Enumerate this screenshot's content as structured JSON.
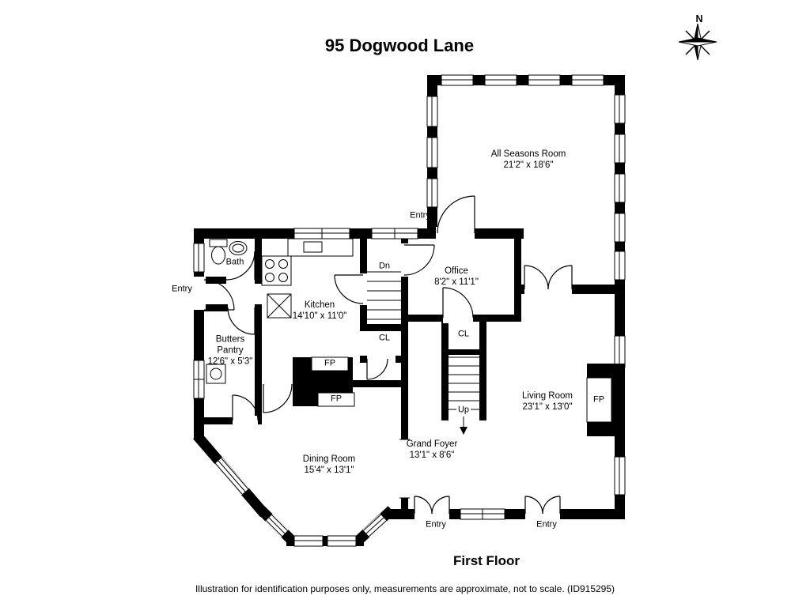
{
  "header": {
    "title": "95 Dogwood Lane"
  },
  "compass": {
    "label": "N"
  },
  "rooms": {
    "all_seasons": {
      "name": "All Seasons Room",
      "dims": "21'2\" x 18'6\""
    },
    "bath": {
      "name": "Bath"
    },
    "kitchen": {
      "name": "Kitchen",
      "dims": "14'10\" x 11'0\""
    },
    "office": {
      "name": "Office",
      "dims": "8'2\" x 11'1\""
    },
    "butlers_pantry": {
      "line1": "Butters",
      "line2": "Pantry",
      "dims": "12'6\" x 5'3\""
    },
    "living": {
      "name": "Living Room",
      "dims": "23'1\" x 13'0\""
    },
    "foyer": {
      "name": "Grand Foyer",
      "dims": "13'1\" x 8'6\""
    },
    "dining": {
      "name": "Dining Room",
      "dims": "15'4\" x 13'1\""
    }
  },
  "markers": {
    "stairs_down": "Dn",
    "stairs_up": "Up",
    "closet1": "CL",
    "closet2": "CL",
    "fireplace1": "FP",
    "fireplace2": "FP",
    "fireplace_living": "FP",
    "entry_all_seasons": "Entry",
    "entry_side": "Entry",
    "entry_front_left": "Entry",
    "entry_front_right": "Entry"
  },
  "footer": {
    "floor_label": "First Floor",
    "disclaimer": "Illustration for identification purposes only, measurements are approximate, not to scale. (ID915295)"
  },
  "colors": {
    "wall": "#000000",
    "background": "#ffffff"
  }
}
